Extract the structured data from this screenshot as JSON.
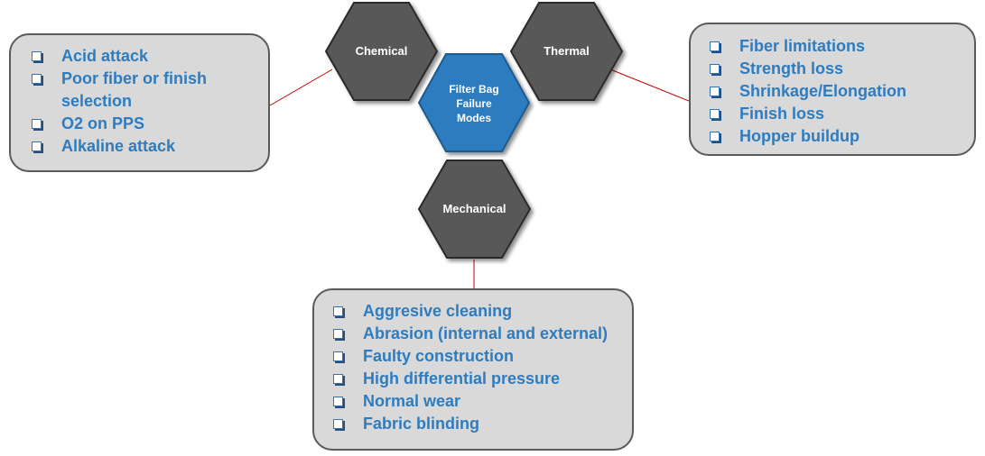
{
  "center": {
    "lines": [
      "Filter Bag",
      "Failure",
      "Modes"
    ]
  },
  "categories": {
    "chemical": {
      "label": "Chemical",
      "items": [
        "Acid attack",
        "Poor fiber or finish selection",
        "O2 on PPS",
        "Alkaline attack"
      ]
    },
    "thermal": {
      "label": "Thermal",
      "items": [
        "Fiber limitations",
        "Strength loss",
        "Shrinkage/Elongation",
        "Finish loss",
        "Hopper buildup"
      ]
    },
    "mechanical": {
      "label": "Mechanical",
      "items": [
        "Aggresive cleaning",
        "Abrasion (internal and external)",
        "Faulty construction",
        "High differential pressure",
        "Normal wear",
        "Fabric blinding"
      ]
    }
  },
  "colors": {
    "hex_dark": "#595959",
    "hex_center": "#2e7cc0",
    "item_text": "#2e7cc0",
    "box_fill": "#d9d9d9",
    "connector": "#c00000"
  }
}
